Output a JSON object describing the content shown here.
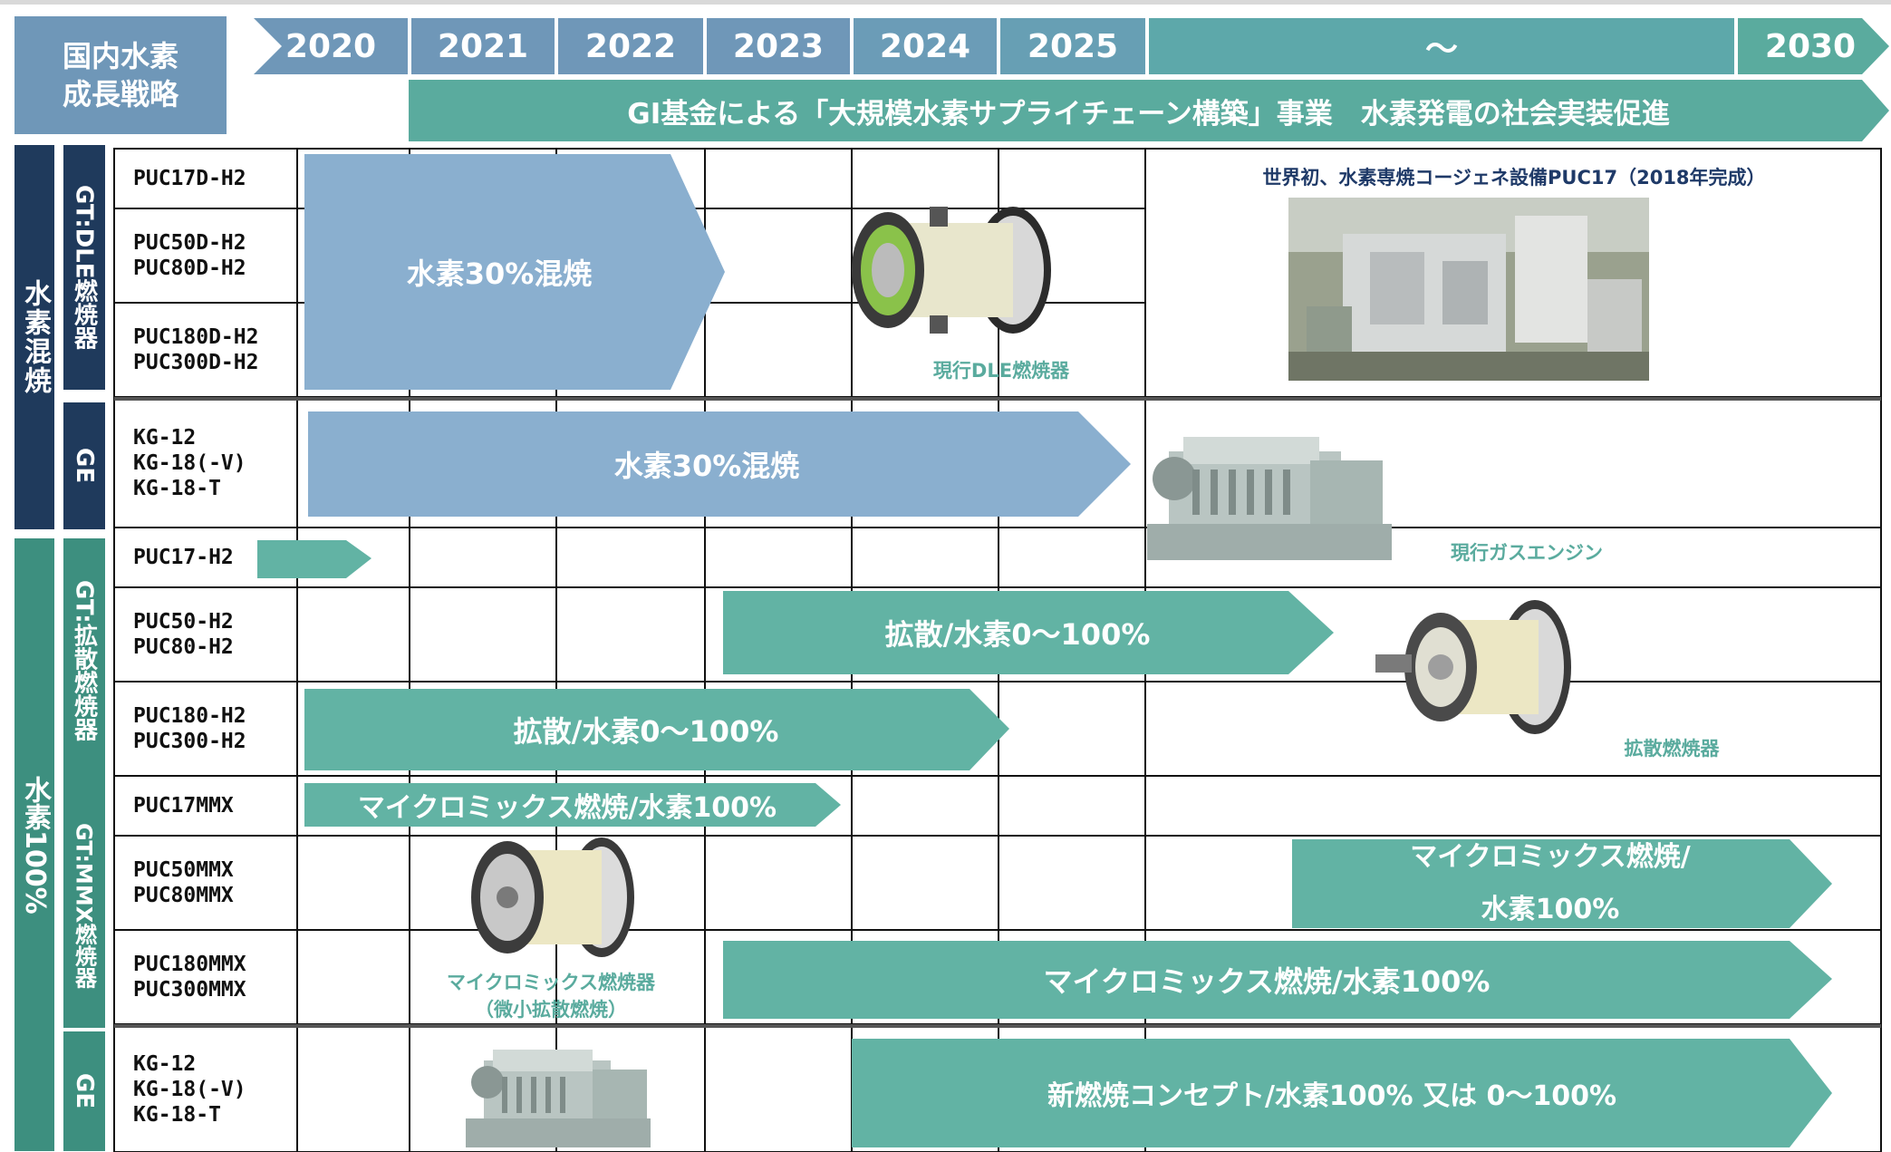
{
  "header": {
    "strategy_line1": "国内水素",
    "strategy_line2": "成長戦略",
    "years": [
      "2020",
      "2021",
      "2022",
      "2023",
      "2024",
      "2025",
      "～",
      "2030"
    ],
    "banner": "GI基金による「大規模水素サプライチェーン構築」事業　水素発電の社会実装促進"
  },
  "groups": {
    "co_firing": "水素混焼",
    "h2_100": "水素100%",
    "gt_dle": "GT:DLE燃焼器",
    "ge_1": "GE",
    "gt_diffusion": "GT:拡散燃焼器",
    "gt_mmx": "GT:MMX燃焼器",
    "ge_2": "GE"
  },
  "models": {
    "r1": [
      "PUC17D-H2"
    ],
    "r2": [
      "PUC50D-H2",
      "PUC80D-H2"
    ],
    "r3": [
      "PUC180D-H2",
      "PUC300D-H2"
    ],
    "r4": [
      "KG-12",
      "KG-18(-V)",
      "KG-18-T"
    ],
    "r5": [
      "PUC17-H2"
    ],
    "r6": [
      "PUC50-H2",
      "PUC80-H2"
    ],
    "r7": [
      "PUC180-H2",
      "PUC300-H2"
    ],
    "r8": [
      "PUC17MMX"
    ],
    "r9": [
      "PUC50MMX",
      "PUC80MMX"
    ],
    "r10": [
      "PUC180MMX",
      "PUC300MMX"
    ],
    "r11": [
      "KG-12",
      "KG-18(-V)",
      "KG-18-T"
    ]
  },
  "arrows": {
    "dle_cofire": "水素30%混焼",
    "ge_cofire": "水素30%混焼",
    "puc50_diff": "拡散/水素0～100%",
    "puc180_diff": "拡散/水素0～100%",
    "puc17_mmx": "マイクロミックス燃焼/水素100%",
    "puc50_mmx_l1": "マイクロミックス燃焼/",
    "puc50_mmx_l2": "水素100%",
    "puc180_mmx": "マイクロミックス燃焼/水素100%",
    "ge_new": "新燃焼コンセプト/水素100% 又は 0～100%"
  },
  "captions": {
    "world_first": "世界初、水素専焼コージェネ設備PUC17（2018年完成）",
    "current_dle": "現行DLE燃焼器",
    "current_engine": "現行ガスエンジン",
    "diffusion_combustor": "拡散燃焼器",
    "mmx_combustor_l1": "マイクロミックス燃焼器",
    "mmx_combustor_l2": "（微小拡散燃焼）"
  },
  "colors": {
    "blue_header": "#6f97b8",
    "blue_arrow": "#8aafcf",
    "teal_arrow": "#62b3a4",
    "teal_banner": "#5aab9e",
    "navy_group": "#1f3a5c",
    "teal_group": "#3d8f7f"
  },
  "icons": [
    "dle-combustor-image",
    "cogeneration-plant-photo",
    "gas-engine-image",
    "diffusion-combustor-image",
    "micromix-combustor-image",
    "gas-engine-small-image"
  ]
}
